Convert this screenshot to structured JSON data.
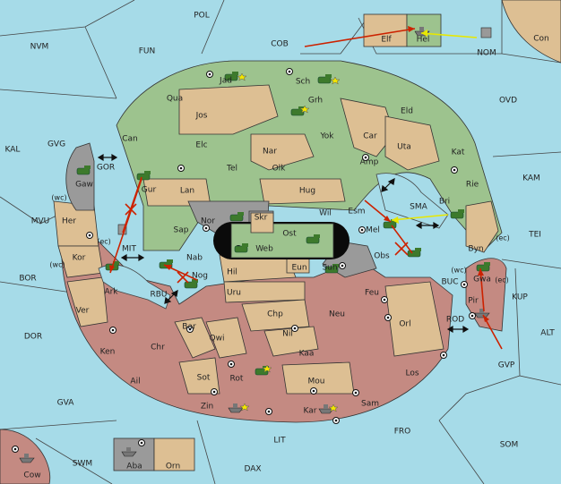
{
  "map": {
    "seas": [
      "POL",
      "NVM",
      "FUN",
      "COB",
      "OVD",
      "Con",
      "NOM",
      "KAL",
      "GVG",
      "GOR",
      "MVU",
      "MIT",
      "BOR",
      "RBU",
      "DOR",
      "SMA",
      "KAM",
      "TEI",
      "BUC",
      "ROD",
      "KUP",
      "ALT",
      "GVP",
      "FRO",
      "SOM",
      "GVA",
      "LIT",
      "SWM",
      "DAX"
    ],
    "territories": [
      "Elf",
      "Hel",
      "Jad",
      "Sch",
      "Qua",
      "Grh",
      "Jos",
      "Eld",
      "Can",
      "Yok",
      "Car",
      "Elc",
      "Nar",
      "Uta",
      "Kat",
      "Gaw",
      "Tel",
      "Olk",
      "Amp",
      "Gur",
      "Lan",
      "Hug",
      "Rie",
      "Her",
      "Wil",
      "Esm",
      "Bri",
      "Nor",
      "Skr",
      "Ost",
      "Sap",
      "Web",
      "Mel",
      "Kor",
      "Nab",
      "Byn",
      "Eun",
      "Sun",
      "Obs",
      "Hil",
      "Nog",
      "Ark",
      "Uru",
      "Feu",
      "Gwa",
      "Ver",
      "Chp",
      "Neu",
      "Orl",
      "Pir",
      "Bar",
      "Qwi",
      "Nil",
      "Ken",
      "Chr",
      "Kaa",
      "Los",
      "Sot",
      "Rot",
      "Mou",
      "Ail",
      "Sam",
      "Zin",
      "Kar",
      "Aba",
      "Orn",
      "Cow"
    ],
    "coasts": [
      "(wc)",
      "(ec)",
      "(wc)",
      "(ec)",
      "(wc)",
      "(ec)"
    ],
    "colors": {
      "sea": "#a6dbe8",
      "power_green": "#9dc38e",
      "neutral": "#ddbf93",
      "power_red": "#c48a82",
      "power_grey": "#9a9a9a",
      "order_move": "#cc2200",
      "order_support": "#e8e800"
    }
  }
}
